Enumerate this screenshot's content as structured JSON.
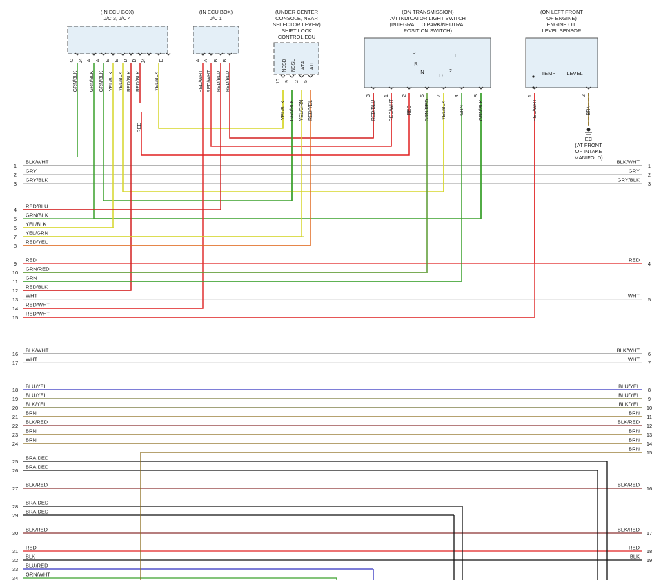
{
  "components": [
    {
      "id": "ecu34",
      "lines": [
        "(IN ECU BOX)",
        "J/C 3, J/C 4"
      ]
    },
    {
      "id": "ecu1",
      "lines": [
        "(IN ECU BOX)",
        "J/C 1"
      ]
    },
    {
      "id": "shiftlock",
      "lines": [
        "(UNDER CENTER",
        "CONSOLE, NEAR",
        "SELECTOR LEVER)",
        "SHIFT LOCK",
        "CONTROL ECU"
      ]
    },
    {
      "id": "atswitch",
      "lines": [
        "(ON TRANSMISSION)",
        "A/T INDICATOR LIGHT SWITCH",
        "(INTEGRAL TO PARK/NEUTRAL",
        "POSITION SWITCH)"
      ]
    },
    {
      "id": "oilsensor",
      "lines": [
        "(ON LEFT FRONT",
        "OF ENGINE)",
        "ENGINE OIL",
        "LEVEL SENSOR"
      ]
    },
    {
      "id": "ground",
      "lines": [
        "EC",
        "(AT FRONT",
        "OF INTAKE",
        "MANIFOLD)"
      ]
    }
  ],
  "pin_labels": {
    "ecu34": [
      "C",
      "J4",
      "A",
      "A",
      "E",
      "E",
      "D",
      "D",
      "J4",
      "E"
    ],
    "ecu1": [
      "A",
      "A",
      "B",
      "B"
    ],
    "shiftlock": [
      "NSSD",
      "NSSL",
      "AT4",
      "ATL"
    ],
    "shiftlock_nums": [
      "10",
      "9",
      "2",
      "5"
    ],
    "atswitch": [
      "3",
      "1",
      "2",
      "5",
      "7",
      "4",
      "8"
    ],
    "oilsensor": [
      "1",
      "2"
    ]
  },
  "switch_labels": [
    "P",
    "L",
    "R",
    "N",
    "D",
    "2",
    "TEMP",
    "LEVEL"
  ],
  "vertical_wires": [
    {
      "label": "GRN/BLK",
      "color": "#3aa02c"
    },
    {
      "label": "GRN/BLK",
      "color": "#3aa02c"
    },
    {
      "label": "GRN/BLK",
      "color": "#3aa02c"
    },
    {
      "label": "YEL/BLK",
      "color": "#d6d62a"
    },
    {
      "label": "YEL/BLK",
      "color": "#d6d62a"
    },
    {
      "label": "RED/BLK",
      "color": "#d42020"
    },
    {
      "label": "RED/BLK",
      "color": "#d42020"
    },
    {
      "label": "YEL/BLK",
      "color": "#d6d62a"
    },
    {
      "label": "RED/WHT",
      "color": "#e03030"
    },
    {
      "label": "RED/WHT",
      "color": "#e03030"
    },
    {
      "label": "RED/BLU",
      "color": "#d42020"
    },
    {
      "label": "RED/BLU",
      "color": "#d42020"
    },
    {
      "label": "YEL/BLK",
      "color": "#d6d62a"
    },
    {
      "label": "GRN/BLK",
      "color": "#3aa02c"
    },
    {
      "label": "YEL/GRN",
      "color": "#d6d62a"
    },
    {
      "label": "RED/YEL",
      "color": "#e06a20"
    },
    {
      "label": "RED/BLU",
      "color": "#d42020"
    },
    {
      "label": "RED/WHT",
      "color": "#e03030"
    },
    {
      "label": "RED",
      "color": "#e02020"
    },
    {
      "label": "GRN/RED",
      "color": "#5a9a30"
    },
    {
      "label": "YEL/BLK",
      "color": "#d6d62a"
    },
    {
      "label": "GRN",
      "color": "#3aa02c"
    },
    {
      "label": "GRN/BLK",
      "color": "#3aa02c"
    },
    {
      "label": "RED/WHT",
      "color": "#e03030"
    },
    {
      "label": "BRN",
      "color": "#8a6a1a"
    },
    {
      "label": "RED",
      "color": "#e02020"
    }
  ],
  "rows": [
    {
      "n": "1",
      "label": "BLK/WHT",
      "right_label": "BLK/WHT",
      "right_n": "1",
      "color": "#888888"
    },
    {
      "n": "2",
      "label": "GRY",
      "right_label": "GRY",
      "right_n": "2",
      "color": "#aaaaaa"
    },
    {
      "n": "3",
      "label": "GRY/BLK",
      "right_label": "GRY/BLK",
      "right_n": "3",
      "color": "#aaaaaa"
    },
    {
      "n": "4",
      "label": "RED/BLU",
      "right_label": "",
      "right_n": "",
      "color": "#d42020"
    },
    {
      "n": "5",
      "label": "GRN/BLK",
      "right_label": "",
      "right_n": "",
      "color": "#3aa02c"
    },
    {
      "n": "6",
      "label": "YEL/BLK",
      "right_label": "",
      "right_n": "",
      "color": "#d6d62a"
    },
    {
      "n": "7",
      "label": "YEL/GRN",
      "right_label": "",
      "right_n": "",
      "color": "#c8d040"
    },
    {
      "n": "8",
      "label": "RED/YEL",
      "right_label": "",
      "right_n": "",
      "color": "#e06a20"
    },
    {
      "n": "9",
      "label": "RED",
      "right_label": "RED",
      "right_n": "4",
      "color": "#e02020"
    },
    {
      "n": "10",
      "label": "GRN/RED",
      "right_label": "",
      "right_n": "",
      "color": "#6a8a30"
    },
    {
      "n": "11",
      "label": "GRN",
      "right_label": "",
      "right_n": "",
      "color": "#3aa02c"
    },
    {
      "n": "12",
      "label": "RED/BLK",
      "right_label": "",
      "right_n": "",
      "color": "#d42020"
    },
    {
      "n": "13",
      "label": "WHT",
      "right_label": "WHT",
      "right_n": "5",
      "color": "#dddddd"
    },
    {
      "n": "14",
      "label": "RED/WHT",
      "right_label": "",
      "right_n": "",
      "color": "#e03030"
    },
    {
      "n": "15",
      "label": "RED/WHT",
      "right_label": "",
      "right_n": "",
      "color": "#e03030"
    },
    {
      "n": "16",
      "label": "BLK/WHT",
      "right_label": "BLK/WHT",
      "right_n": "6",
      "color": "#888888"
    },
    {
      "n": "17",
      "label": "WHT",
      "right_label": "WHT",
      "right_n": "7",
      "color": "#dddddd"
    },
    {
      "n": "18",
      "label": "BLU/YEL",
      "right_label": "BLU/YEL",
      "right_n": "8",
      "color": "#3030c0"
    },
    {
      "n": "19",
      "label": "BLU/YEL",
      "right_label": "BLU/YEL",
      "right_n": "9",
      "color": "#7a7a3a"
    },
    {
      "n": "20",
      "label": "BLK/YEL",
      "right_label": "BLK/YEL",
      "right_n": "10",
      "color": "#6a6a2a"
    },
    {
      "n": "21",
      "label": "BRN",
      "right_label": "BRN",
      "right_n": "11",
      "color": "#8a6a1a"
    },
    {
      "n": "22",
      "label": "BLK/RED",
      "right_label": "BLK/RED",
      "right_n": "12",
      "color": "#8a3030"
    },
    {
      "n": "23",
      "label": "BRN",
      "right_label": "BRN",
      "right_n": "13",
      "color": "#8a6a1a"
    },
    {
      "n": "24",
      "label": "BRN",
      "right_label": "BRN",
      "right_n": "14",
      "color": "#8a6a1a"
    },
    {
      "n": "",
      "label": "",
      "right_label": "BRN",
      "right_n": "15",
      "color": "#8a6a1a"
    },
    {
      "n": "25",
      "label": "BRAIDED",
      "right_label": "",
      "right_n": "",
      "color": "#111111"
    },
    {
      "n": "26",
      "label": "BRAIDED",
      "right_label": "",
      "right_n": "",
      "color": "#111111"
    },
    {
      "n": "27",
      "label": "BLK/RED",
      "right_label": "BLK/RED",
      "right_n": "16",
      "color": "#8a3030"
    },
    {
      "n": "28",
      "label": "BRAIDED",
      "right_label": "",
      "right_n": "",
      "color": "#111111"
    },
    {
      "n": "29",
      "label": "BRAIDED",
      "right_label": "",
      "right_n": "",
      "color": "#111111"
    },
    {
      "n": "30",
      "label": "BLK/RED",
      "right_label": "BLK/RED",
      "right_n": "17",
      "color": "#8a3030"
    },
    {
      "n": "31",
      "label": "RED",
      "right_label": "RED",
      "right_n": "18",
      "color": "#e02020"
    },
    {
      "n": "32",
      "label": "BLK",
      "right_label": "BLK",
      "right_n": "19",
      "color": "#111111"
    },
    {
      "n": "33",
      "label": "BLU/RED",
      "right_label": "",
      "right_n": "",
      "color": "#3030c0"
    },
    {
      "n": "34",
      "label": "GRN/WHT",
      "right_label": "",
      "right_n": "",
      "color": "#3aa02c"
    }
  ]
}
